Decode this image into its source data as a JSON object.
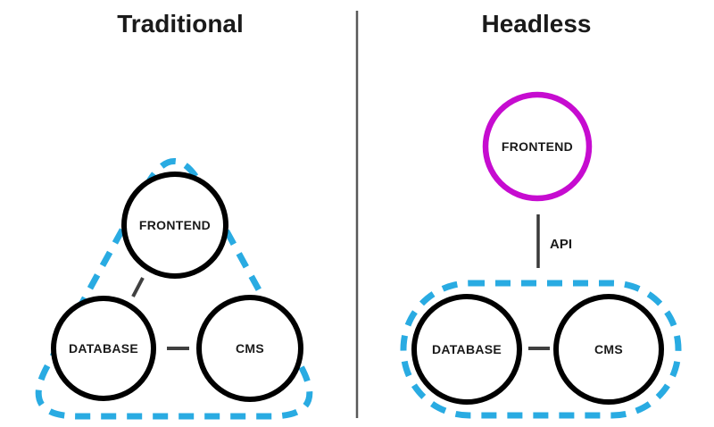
{
  "left": {
    "title": "Traditional",
    "nodes": [
      {
        "id": "frontend",
        "label": "FRONTEND"
      },
      {
        "id": "database",
        "label": "DATABASE"
      },
      {
        "id": "cms",
        "label": "CMS"
      }
    ]
  },
  "right": {
    "title": "Headless",
    "frontend_label": "FRONTEND",
    "api_label": "API",
    "nodes": [
      {
        "id": "database",
        "label": "DATABASE"
      },
      {
        "id": "cms",
        "label": "CMS"
      }
    ]
  },
  "colors": {
    "dashed_outline": "#29abe2",
    "headless_frontend": "#c60cd0",
    "node_stroke": "#000000",
    "connector": "#404040",
    "divider": "#595959",
    "text": "#1a1a1a"
  }
}
